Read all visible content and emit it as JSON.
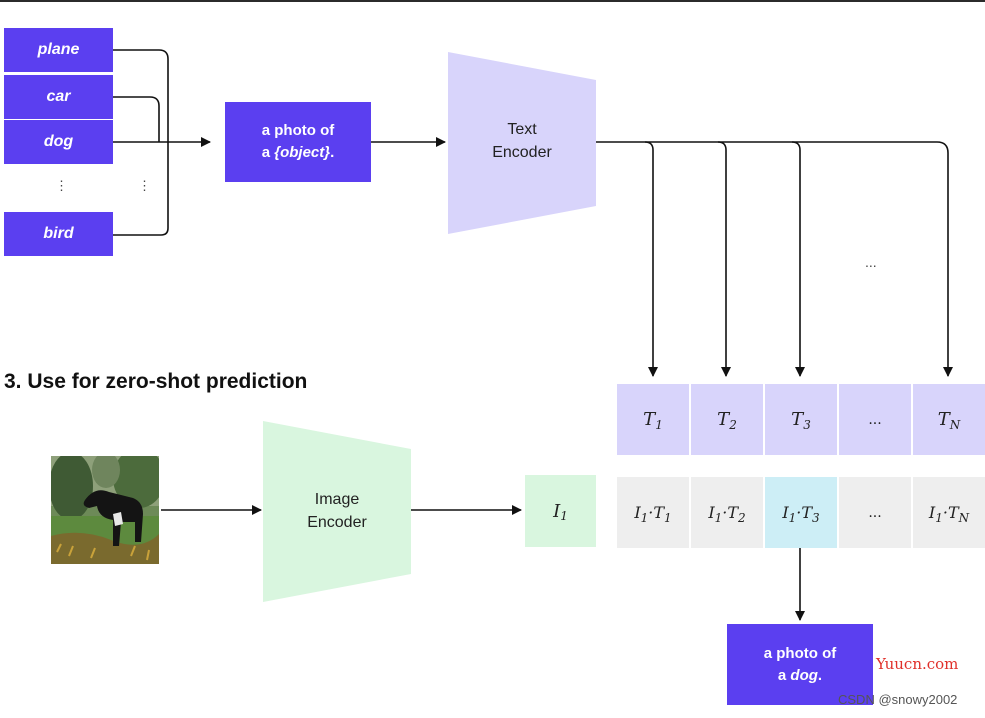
{
  "labels": [
    "plane",
    "car",
    "dog",
    "bird"
  ],
  "label_ellipsis": [
    "⋮",
    "⋮"
  ],
  "prompt_template": {
    "line1": "a photo of",
    "line2_prefix": "a ",
    "line2_object": "{object}",
    "line2_suffix": "."
  },
  "text_encoder": {
    "line1": "Text",
    "line2": "Encoder"
  },
  "top_ellipsis": "...",
  "section_title": "3. Use for zero-shot prediction",
  "image_encoder": {
    "line1": "Image",
    "line2": "Encoder"
  },
  "text_embeddings": [
    {
      "sym": "T",
      "sub": "1"
    },
    {
      "sym": "T",
      "sub": "2"
    },
    {
      "sym": "T",
      "sub": "3"
    },
    {
      "sym": "...",
      "sub": ""
    },
    {
      "sym": "T",
      "sub": "N"
    }
  ],
  "image_embedding": {
    "sym": "I",
    "sub": "1"
  },
  "products": [
    {
      "a": "I",
      "as": "1",
      "b": "T",
      "bs": "1"
    },
    {
      "a": "I",
      "as": "1",
      "b": "T",
      "bs": "2"
    },
    {
      "a": "I",
      "as": "1",
      "b": "T",
      "bs": "3"
    },
    {
      "a": "...",
      "as": "",
      "b": "",
      "bs": ""
    },
    {
      "a": "I",
      "as": "1",
      "b": "T",
      "bs": "N"
    }
  ],
  "highlight_index": 2,
  "result": {
    "line1": "a photo of",
    "line2_prefix": "a ",
    "line2_object": "dog",
    "line2_suffix": "."
  },
  "watermark1": "Yuucn.com",
  "watermark2": "CSDN @snowy2002",
  "colors": {
    "label_fill": "#5b3ff0",
    "text_encoder": "#d8d4fb",
    "image_encoder": "#d9f6df",
    "highlight": "#cdeef6",
    "watermark_red": "#e0302a"
  }
}
